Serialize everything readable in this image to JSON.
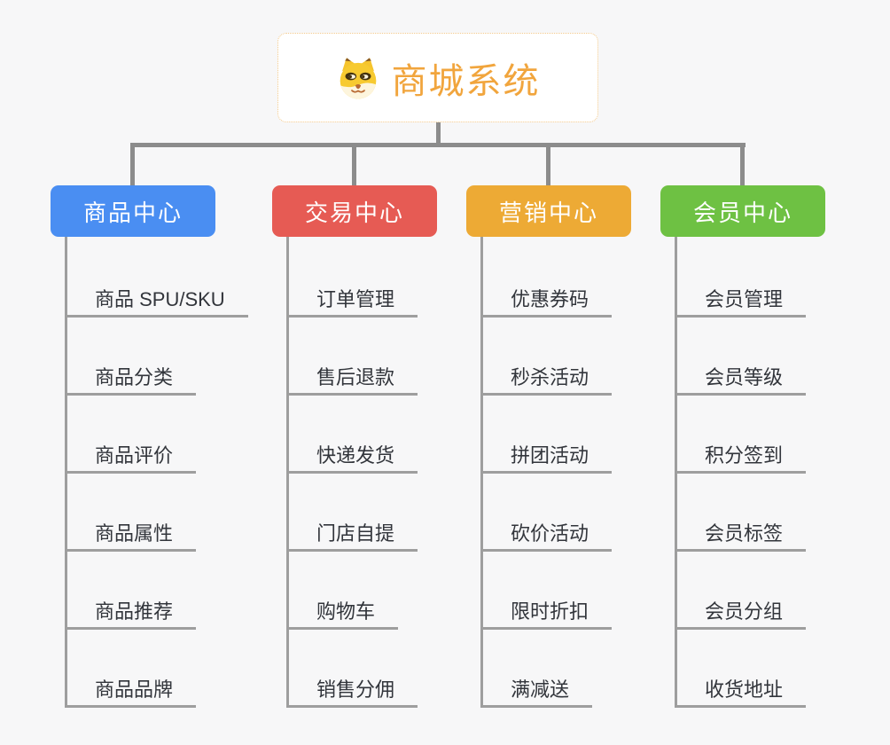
{
  "root": {
    "title": "商城系统",
    "icon": "shiba-dog-icon"
  },
  "colors": {
    "background": "#f7f7f8",
    "root_title": "#f1a53d",
    "root_border": "#f3c98a",
    "connector": "#8c8c8c",
    "underline": "#9e9e9e",
    "item_text": "#32353b",
    "branch_blue": "#4a8ef2",
    "branch_red": "#e65b54",
    "branch_orange": "#edaa35",
    "branch_green": "#6ec143"
  },
  "branches": [
    {
      "label": "商品中心",
      "color": "#4a8ef2",
      "items": [
        "商品 SPU/SKU",
        "商品分类",
        "商品评价",
        "商品属性",
        "商品推荐",
        "商品品牌"
      ]
    },
    {
      "label": "交易中心",
      "color": "#e65b54",
      "items": [
        "订单管理",
        "售后退款",
        "快递发货",
        "门店自提",
        "购物车",
        "销售分佣"
      ]
    },
    {
      "label": "营销中心",
      "color": "#edaa35",
      "items": [
        "优惠券码",
        "秒杀活动",
        "拼团活动",
        "砍价活动",
        "限时折扣",
        "满减送"
      ]
    },
    {
      "label": "会员中心",
      "color": "#6ec143",
      "items": [
        "会员管理",
        "会员等级",
        "积分签到",
        "会员标签",
        "会员分组",
        "收货地址"
      ]
    }
  ]
}
